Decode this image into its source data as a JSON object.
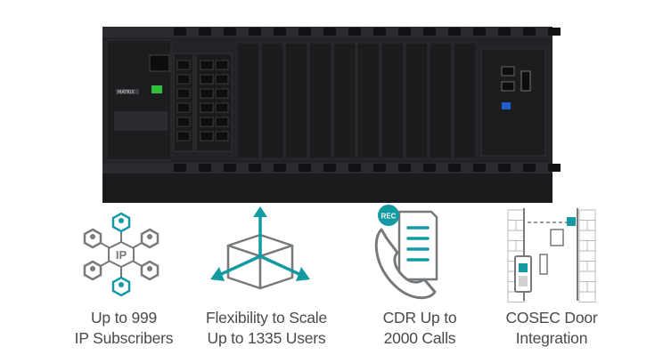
{
  "product": {
    "brand_label": "MATRIX",
    "chassis_color": "#1e1f21",
    "accent_color": "#139aa3",
    "icon_gray": "#76797c",
    "power_indicator_color": "#2fbf3a"
  },
  "features": [
    {
      "icon": "ip-network-icon",
      "line1": "Up to 999",
      "line2": "IP Subscribers"
    },
    {
      "icon": "scale-cube-icon",
      "line1": "Flexibility to Scale",
      "line2": "Up to 1335 Users"
    },
    {
      "icon": "cdr-phone-icon",
      "badge": "REC",
      "line1": "CDR Up to",
      "line2": "2000 Calls"
    },
    {
      "icon": "door-integration-icon",
      "line1": "COSEC Door",
      "line2": "Integration"
    }
  ]
}
